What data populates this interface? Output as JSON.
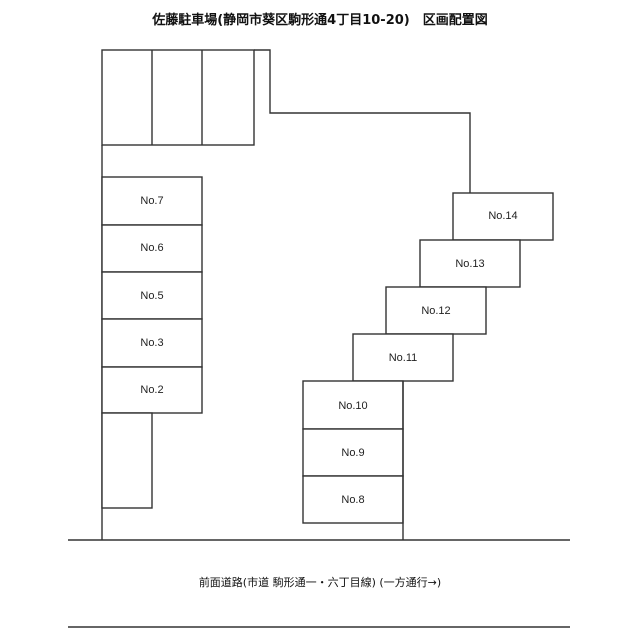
{
  "title": "佐藤駐車場(静岡市葵区駒形通4丁目10-20)　区画配置図",
  "road": {
    "label": "前面道路(市道 駒形通一・六丁目線) (一方通行→)"
  },
  "slots": [
    {
      "id": "No.7",
      "label": "No.7"
    },
    {
      "id": "No.6",
      "label": "No.6"
    },
    {
      "id": "No.5",
      "label": "No.5"
    },
    {
      "id": "No.3",
      "label": "No.3"
    },
    {
      "id": "No.2",
      "label": "No.2"
    },
    {
      "id": "No.14",
      "label": "No.14"
    },
    {
      "id": "No.13",
      "label": "No.13"
    },
    {
      "id": "No.12",
      "label": "No.12"
    },
    {
      "id": "No.11",
      "label": "No.11"
    },
    {
      "id": "No.10",
      "label": "No.10"
    },
    {
      "id": "No.9",
      "label": "No.9"
    },
    {
      "id": "No.8",
      "label": "No.8"
    }
  ]
}
